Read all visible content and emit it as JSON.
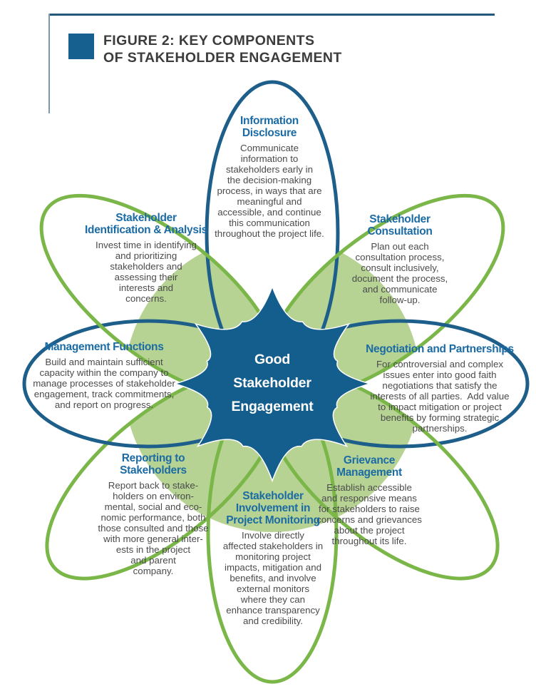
{
  "figure_header": {
    "title": "FIGURE 2: KEY COMPONENTS\nOF STAKEHOLDER ENGAGEMENT"
  },
  "center": {
    "label": "Good\nStakeholder\nEngagement"
  },
  "petals": [
    {
      "id": "information-disclosure",
      "heading": "Information\nDisclosure",
      "body": "Communicate\ninformation to\nstakeholders early in\nthe decision-making\nprocess, in ways that are\nmeaningful and\naccessible, and continue\nthis communication\nthroughout the project life.",
      "outline": "blue"
    },
    {
      "id": "stakeholder-consultation",
      "heading": "Stakeholder\nConsultation",
      "body": "Plan out each\nconsultation process,\nconsult inclusively,\ndocument the process,\nand communicate\nfollow-up.",
      "outline": "green"
    },
    {
      "id": "negotiation-and-partnerships",
      "heading": "Negotiation and Partnerships",
      "body": "For controversial and complex\nissues enter into good faith\nnegotiations that satisfy the\ninterests of all parties.  Add value\nto impact mitigation or project\nbenefits by forming strategic\npartnerships.",
      "outline": "blue"
    },
    {
      "id": "grievance-management",
      "heading": "Grievance\nManagement",
      "body": "Establish accessible\nand responsive means\nfor stakeholders to raise\nconcerns and grievances\nabout the project\nthroughout its life.",
      "outline": "green"
    },
    {
      "id": "stakeholder-involvement-in-project-monitoring",
      "heading": "Stakeholder\nInvolvement in\nProject Monitoring",
      "body": "Involve directly\naffected stakeholders in\nmonitoring project\nimpacts, mitigation and\nbenefits, and involve\nexternal monitors\nwhere they can\nenhance transparency\nand credibility.",
      "outline": "green"
    },
    {
      "id": "reporting-to-stakeholders",
      "heading": "Reporting to\nStakeholders",
      "body": "Report back to stake-\nholders on environ-\nmental, social and eco-\nnomic performance, both\nthose consulted and those\nwith more general inter-\nests in the project\nand parent\ncompany.",
      "outline": "green"
    },
    {
      "id": "management-functions",
      "heading": "Management Functions",
      "body": "Build and maintain sufficient\ncapacity within the company to\nmanage processes of stakeholder\nengagement, track commitments,\nand report on progress.",
      "outline": "blue"
    },
    {
      "id": "stakeholder-identification-analysis",
      "heading": "Stakeholder\nIdentification & Analysis",
      "body": "Invest time in identifying\nand prioritizing\nstakeholders and\nassessing their\ninterests and\nconcerns.",
      "outline": "green"
    }
  ],
  "colors": {
    "petal_blue": "#1d5f8a",
    "petal_green": "#7ab648",
    "fill_green": "#b7d394",
    "star_blue": "#145e8d",
    "heading_blue": "#1b6ba5",
    "title_square_blue": "#15608f",
    "border_blue": "#24587a"
  }
}
